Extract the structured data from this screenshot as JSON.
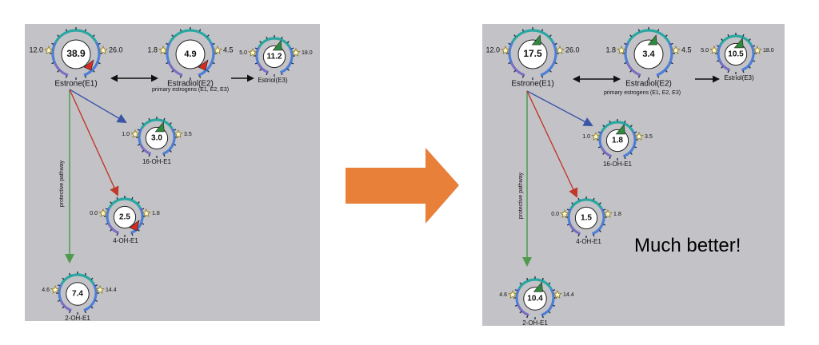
{
  "colors": {
    "panel": "#c3c3c7",
    "arrow": "#e8803a",
    "ring": "#2aa7a0",
    "ring_low": "#4d7fd6",
    "ring_bottom": "#7a6fc2",
    "green_arrow": "#4e9a4e",
    "red_arrow": "#c0392b",
    "blue_arrow": "#3a55a8",
    "marker_red": "#d62c20",
    "marker_green": "#2f8a3e"
  },
  "panels": [
    {
      "shared_label": "primary estrogens (E1, E2, E3)",
      "pathway_label": "protective pathway",
      "gauges": [
        {
          "name": "Estrone(E1)",
          "value": "38.9",
          "low": "12.0",
          "high": "26.0",
          "marker": "red"
        },
        {
          "name": "Estradiol(E2)",
          "value": "4.9",
          "low": "1.8",
          "high": "4.5",
          "marker": "red"
        },
        {
          "name": "Estriol(E3)",
          "value": "11.2",
          "low": "5.0",
          "high": "18.0",
          "marker": "green"
        },
        {
          "name": "16-OH-E1",
          "value": "3.0",
          "low": "1.0",
          "high": "3.5",
          "marker": "green"
        },
        {
          "name": "4-OH-E1",
          "value": "2.5",
          "low": "0.0",
          "high": "1.8",
          "marker": "red"
        },
        {
          "name": "2-OH-E1",
          "value": "7.4",
          "low": "4.6",
          "high": "14.4",
          "marker": "none"
        }
      ]
    },
    {
      "shared_label": "primary estrogens (E1, E2, E3)",
      "pathway_label": "protective pathway",
      "gauges": [
        {
          "name": "Estrone(E1)",
          "value": "17.5",
          "low": "12.0",
          "high": "26.0",
          "marker": "green"
        },
        {
          "name": "Estradiol(E2)",
          "value": "3.4",
          "low": "1.8",
          "high": "4.5",
          "marker": "green"
        },
        {
          "name": "Estriol(E3)",
          "value": "10.5",
          "low": "5.0",
          "high": "18.0",
          "marker": "green"
        },
        {
          "name": "16-OH-E1",
          "value": "1.8",
          "low": "1.0",
          "high": "3.5",
          "marker": "green"
        },
        {
          "name": "4-OH-E1",
          "value": "1.5",
          "low": "0.0",
          "high": "1.8",
          "marker": "none"
        },
        {
          "name": "2-OH-E1",
          "value": "10.4",
          "low": "4.6",
          "high": "14.4",
          "marker": "green"
        }
      ]
    }
  ],
  "caption": "Much better!"
}
